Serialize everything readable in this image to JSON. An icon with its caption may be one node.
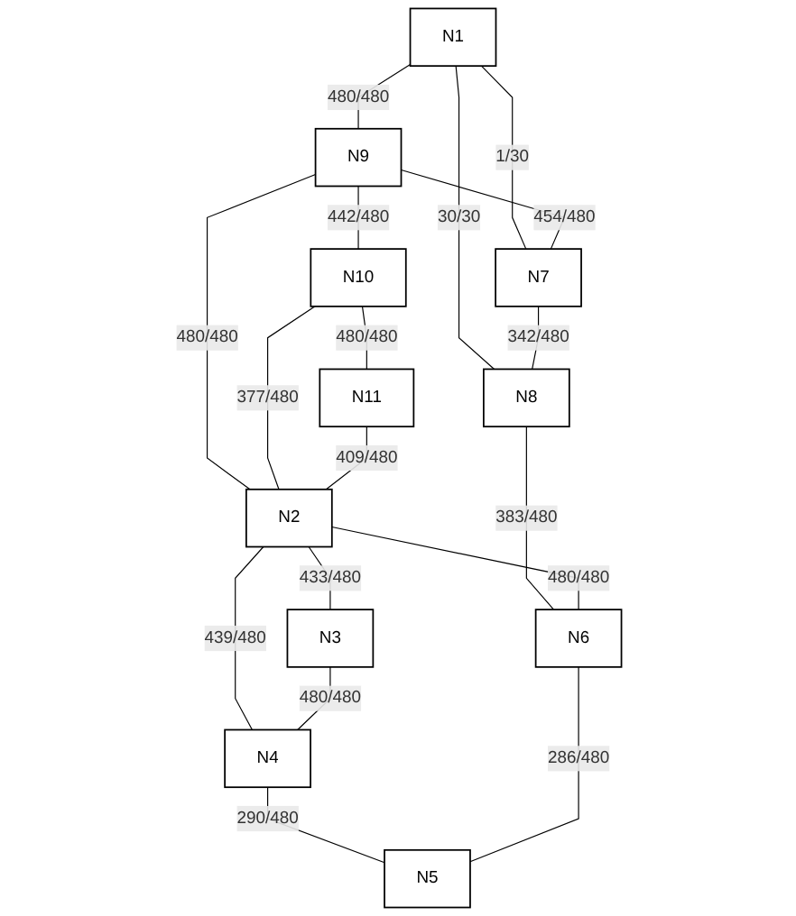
{
  "diagram": {
    "nodes": [
      {
        "text": [
          "N1"
        ]
      },
      {
        "text": [
          "N9"
        ]
      },
      {
        "text": [
          "N7"
        ]
      },
      {
        "text": [
          "N8"
        ]
      },
      {
        "text": [
          "N10"
        ]
      },
      {
        "text": [
          "N11"
        ]
      },
      {
        "text": [
          "N2"
        ]
      },
      {
        "text": [
          "N6"
        ]
      },
      {
        "text": [
          "N3"
        ]
      },
      {
        "text": [
          "N4"
        ]
      },
      {
        "text": [
          "N5"
        ]
      }
    ],
    "edges": [
      {
        "from": 0,
        "to": 1,
        "arrow": "none",
        "label": "480/480"
      },
      {
        "from": 0,
        "to": 3,
        "arrow": "none",
        "label": "30/30"
      },
      {
        "from": 0,
        "to": 2,
        "arrow": "none",
        "label": "1/30"
      },
      {
        "from": 1,
        "to": 2,
        "arrow": "none",
        "label": "454/480"
      },
      {
        "from": 1,
        "to": 4,
        "arrow": "none",
        "label": "442/480"
      },
      {
        "from": 1,
        "to": 6,
        "arrow": "none",
        "label": "480/480"
      },
      {
        "from": 2,
        "to": 3,
        "arrow": "none",
        "label": "342/480"
      },
      {
        "from": 4,
        "to": 6,
        "arrow": "none",
        "label": "377/480"
      },
      {
        "from": 4,
        "to": 5,
        "arrow": "none",
        "label": "480/480"
      },
      {
        "from": 5,
        "to": 6,
        "arrow": "none",
        "label": "409/480"
      },
      {
        "from": 3,
        "to": 7,
        "arrow": "none",
        "label": "383/480"
      },
      {
        "from": 6,
        "to": 7,
        "arrow": "none",
        "label": "480/480"
      },
      {
        "from": 6,
        "to": 8,
        "arrow": "none",
        "label": "433/480"
      },
      {
        "from": 6,
        "to": 9,
        "arrow": "none",
        "label": "439/480"
      },
      {
        "from": 8,
        "to": 9,
        "arrow": "none",
        "label": "480/480"
      },
      {
        "from": 9,
        "to": 10,
        "arrow": "none",
        "label": "290/480"
      },
      {
        "from": 7,
        "to": 10,
        "arrow": "none",
        "label": "286/480"
      }
    ]
  }
}
